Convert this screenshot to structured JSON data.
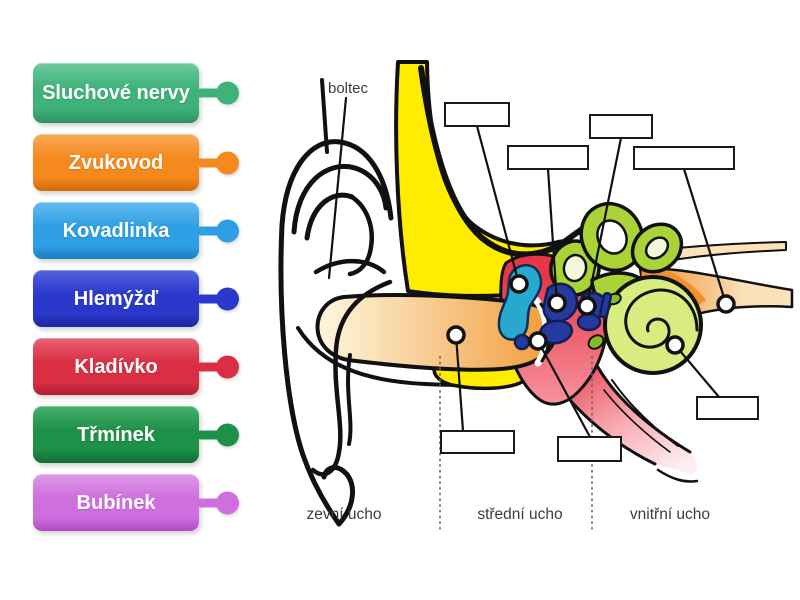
{
  "page": {
    "background": "#ffffff"
  },
  "labels": [
    {
      "text": "Sluchové nervy",
      "color": "#3fb279",
      "light": "#6cc99d",
      "dark": "#2e9260"
    },
    {
      "text": "Zvukovod",
      "color": "#f6891e",
      "light": "#f9ab57",
      "dark": "#d2690a"
    },
    {
      "text": "Kovadlinka",
      "color": "#2f9fe5",
      "light": "#66bcee",
      "dark": "#1a7ec2"
    },
    {
      "text": "Hlemýžď",
      "color": "#2a38cc",
      "light": "#5563e0",
      "dark": "#1c25a0"
    },
    {
      "text": "Kladívko",
      "color": "#da2f43",
      "light": "#e66373",
      "dark": "#b21d30"
    },
    {
      "text": "Třmínek",
      "color": "#1e9149",
      "light": "#47b06e",
      "dark": "#136c35"
    },
    {
      "text": "Bubínek",
      "color": "#cf6fdf",
      "light": "#df9aea",
      "dark": "#b04ac4"
    }
  ],
  "diagram": {
    "annotation_label": "boltec",
    "region_labels": [
      "zevní ucho",
      "střední ucho",
      "vnitřní ucho"
    ],
    "drop_target_count": 7,
    "colors": {
      "bone_yellow": "#ffec00",
      "canal_light": "#fdf3d8",
      "canal_dark": "#f19a38",
      "middle_ear_red": "#e63744",
      "middle_ear_pink": "#f7939f",
      "malleus_teal": "#29a8cf",
      "ossicle_navy": "#28399e",
      "inner_ear_green": "#a9d336",
      "inner_ear_light": "#d9ec80",
      "inner_ear_hole": "#f2f8d8",
      "inner_ear_dark": "#86bb2a",
      "nerve_tan": "#fbe2ba",
      "nerve_orange": "#ef8f2e",
      "tube_pink": "#f7a8b0",
      "outline": "#111111"
    }
  }
}
